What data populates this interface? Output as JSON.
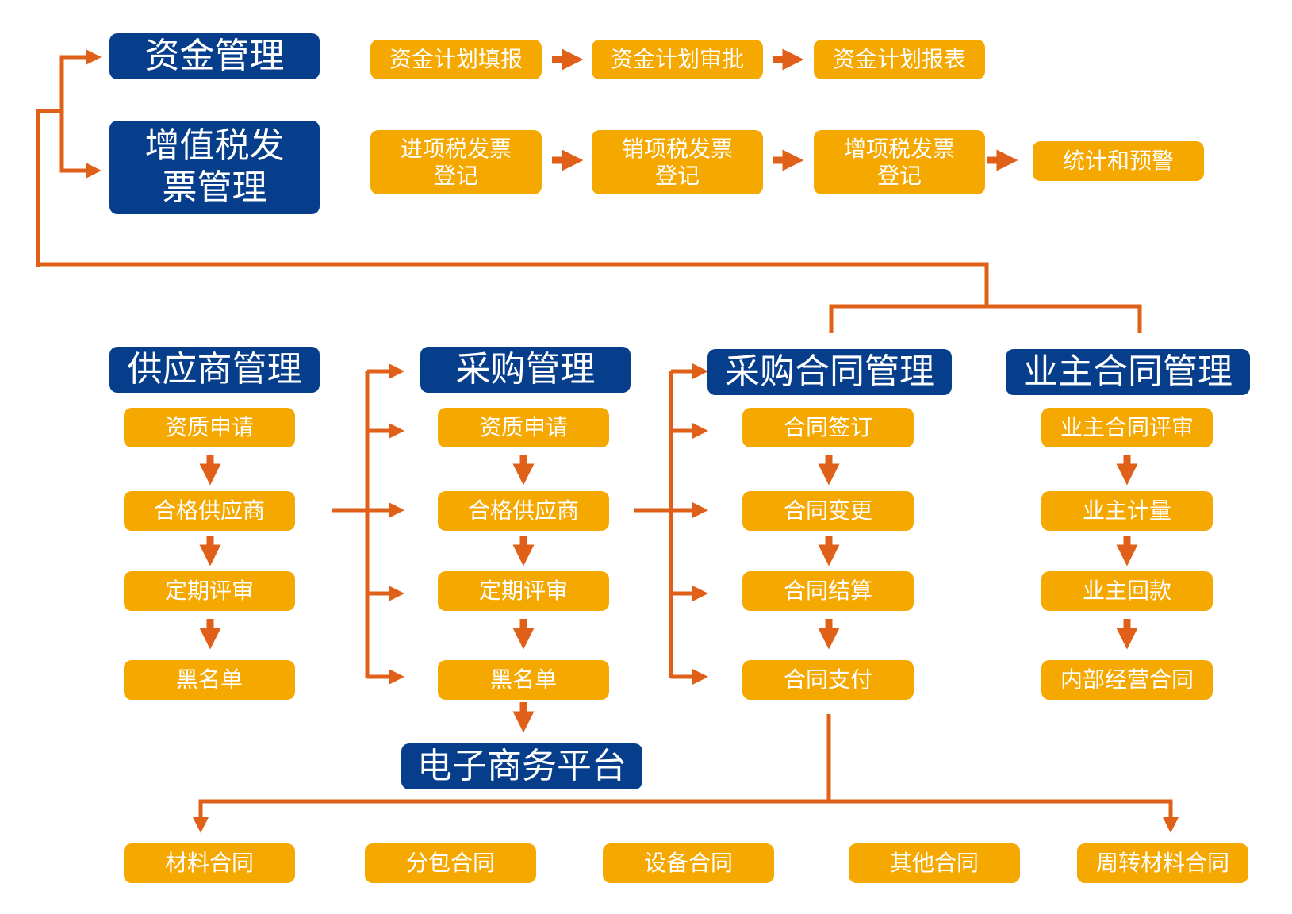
{
  "colors": {
    "header_bg": "#073e8c",
    "step_bg": "#f5a800",
    "connector": "#e0601a",
    "text": "#ffffff"
  },
  "fund": {
    "title": "资金管理",
    "steps": [
      "资金计划填报",
      "资金计划审批",
      "资金计划报表"
    ]
  },
  "vat": {
    "title_line1": "增值税发",
    "title_line2": "票管理",
    "steps": [
      {
        "line1": "进项税发票",
        "line2": "登记"
      },
      {
        "line1": "销项税发票",
        "line2": "登记"
      },
      {
        "line1": "增项税发票",
        "line2": "登记"
      },
      {
        "line1": "统计和预警",
        "line2": ""
      }
    ]
  },
  "supplier": {
    "title": "供应商管理",
    "steps": [
      "资质申请",
      "合格供应商",
      "定期评审",
      "黑名单"
    ]
  },
  "procurement": {
    "title": "采购管理",
    "steps": [
      "资质申请",
      "合格供应商",
      "定期评审",
      "黑名单"
    ],
    "platform": "电子商务平台"
  },
  "purchase_contract": {
    "title": "采购合同管理",
    "steps": [
      "合同签订",
      "合同变更",
      "合同结算",
      "合同支付"
    ]
  },
  "owner_contract": {
    "title": "业主合同管理",
    "steps": [
      "业主合同评审",
      "业主计量",
      "业主回款",
      "内部经营合同"
    ]
  },
  "contract_types": [
    "材料合同",
    "分包合同",
    "设备合同",
    "其他合同",
    "周转材料合同"
  ]
}
